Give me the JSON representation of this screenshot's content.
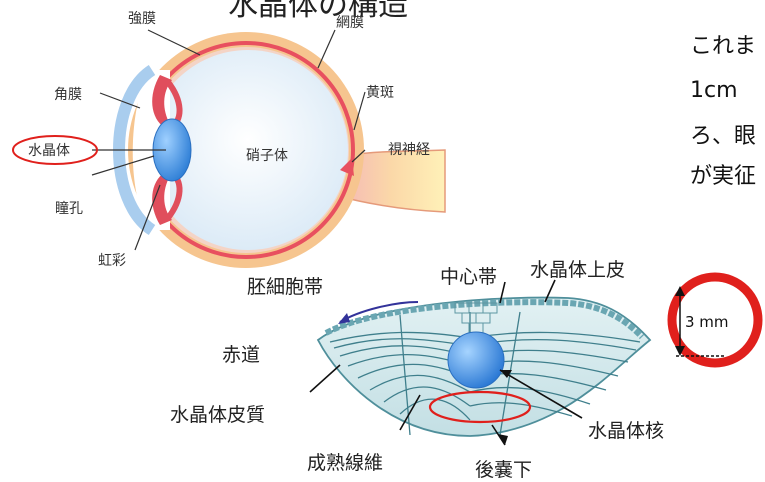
{
  "title": "水晶体の構造",
  "eye_labels": {
    "sclera": "強膜",
    "retina": "網膜",
    "cornea": "角膜",
    "macula": "黄斑",
    "lens": "水晶体",
    "vitreous": "硝子体",
    "optic_nerve": "視神経",
    "pupil": "瞳孔",
    "iris": "虹彩"
  },
  "lens_labels": {
    "embryonic_zone": "胚細胞帯",
    "central_zone": "中心帯",
    "epithelium": "水晶体上皮",
    "equator": "赤道",
    "cortex": "水晶体皮質",
    "mature_fibers": "成熟線維",
    "nucleus": "水晶体核",
    "posterior_subcapsular": "後嚢下"
  },
  "side_text": [
    "これま",
    "1cm",
    "ろ、眼",
    "が実征"
  ],
  "scale": {
    "label": "3 mm"
  },
  "colors": {
    "sclera": "#f6c58f",
    "retina": "#e8505f",
    "vitreous": "#e9f3fb",
    "lens_blue": "#3f8fe0",
    "lens_body": "#cfe6ea",
    "highlight_red": "#e0201c"
  }
}
